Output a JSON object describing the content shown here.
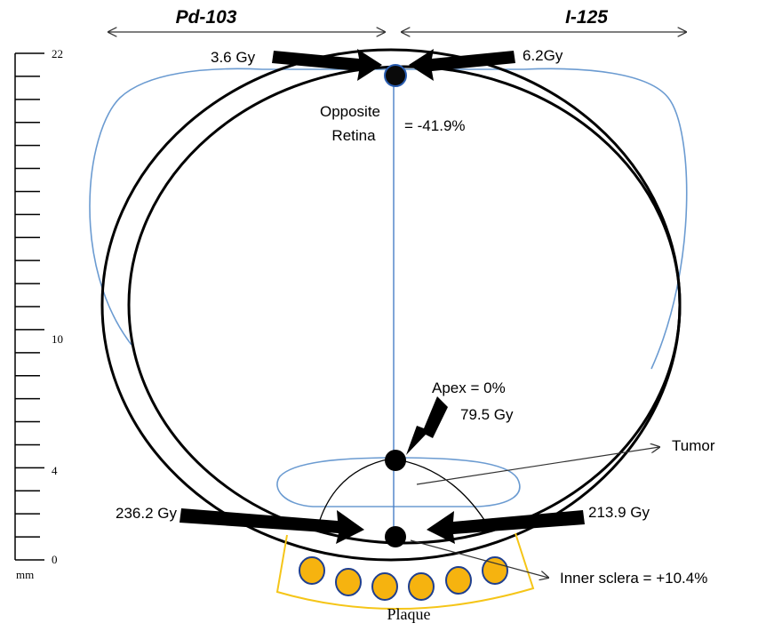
{
  "header": {
    "left_isotope": "Pd-103",
    "right_isotope": "I-125"
  },
  "scale": {
    "ticks": [
      "22",
      "10",
      "4",
      "0"
    ],
    "unit": "mm"
  },
  "labels": {
    "top_left_dose": "3.6 Gy",
    "top_right_dose": "6.2Gy",
    "opposite_line1": "Opposite",
    "opposite_line2": "Retina",
    "opposite_pct": "= -41.9%",
    "apex_line1": "Apex = 0%",
    "apex_line2": "79.5 Gy",
    "tumor": "Tumor",
    "bottom_left_dose": "236.2 Gy",
    "bottom_right_dose": "213.9 Gy",
    "inner_sclera": "Inner sclera = +10.4%",
    "plaque": "Plaque"
  },
  "colors": {
    "isodose_curve": "#6b9bd1",
    "plaque_outline": "#f5c518",
    "seed_fill": "#f6b30f",
    "seed_stroke": "#1f3f8f",
    "point_stroke": "#2a5db0",
    "ink": "#000000"
  }
}
